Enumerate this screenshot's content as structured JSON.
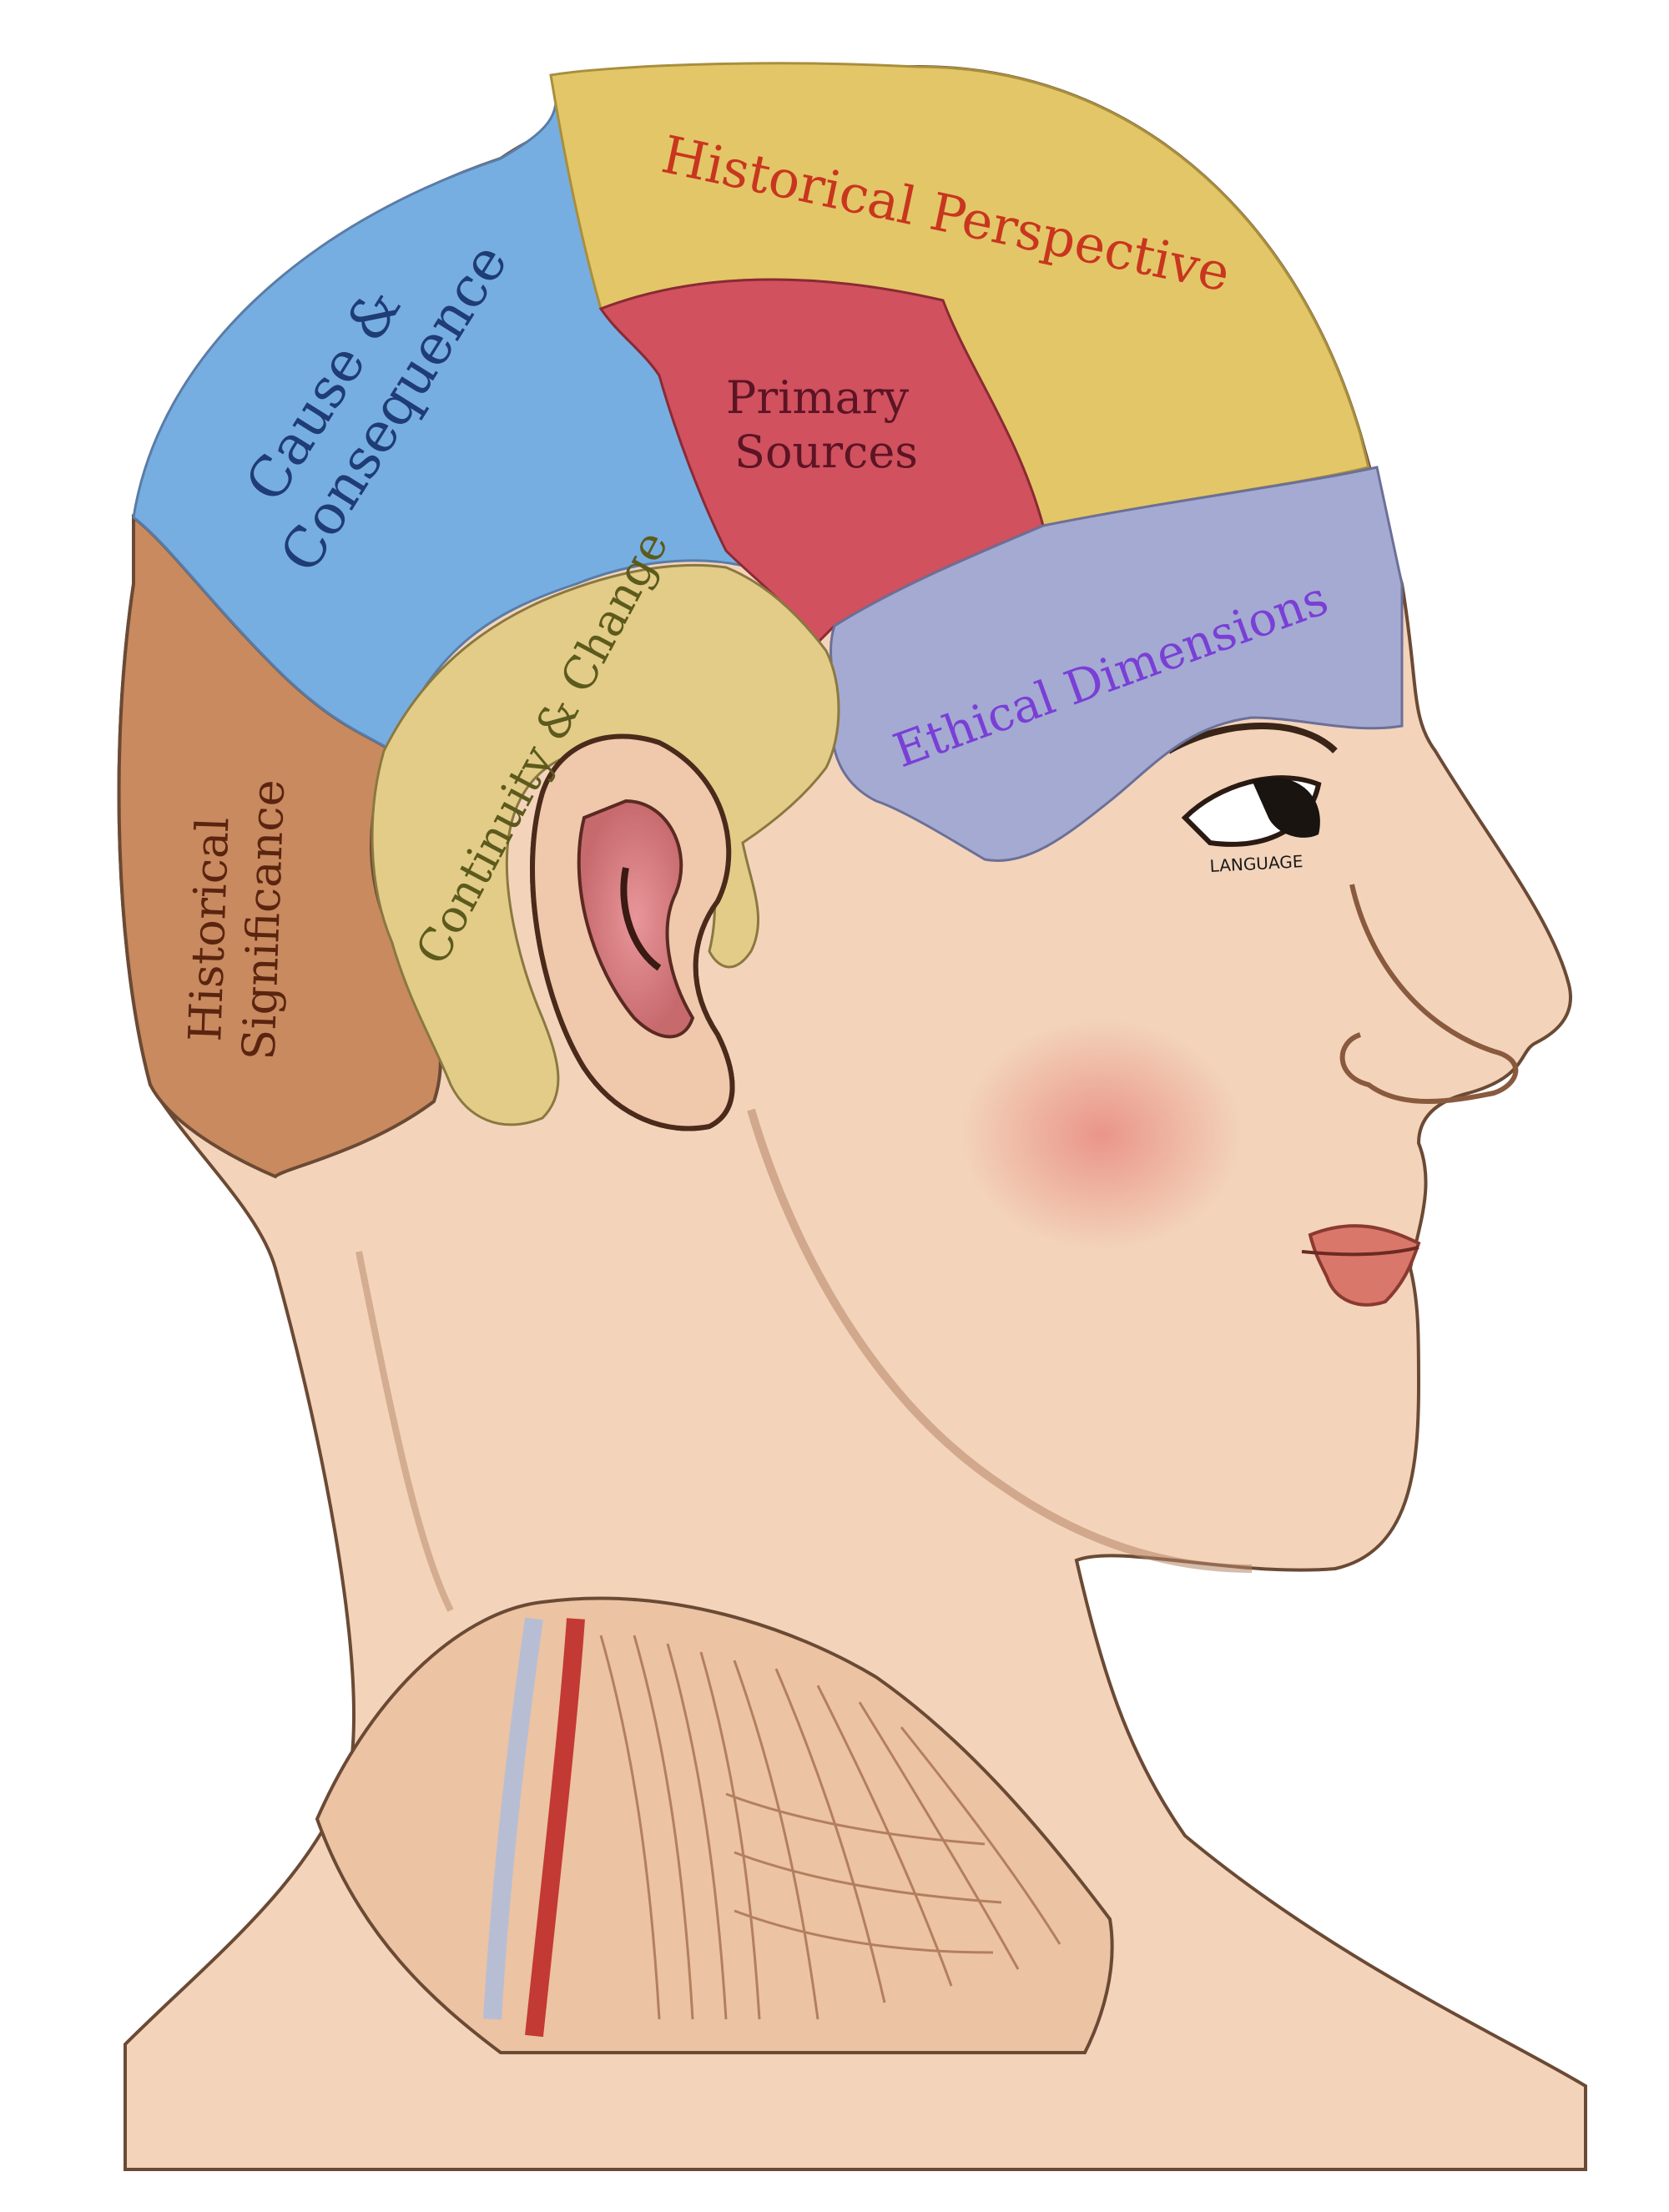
{
  "regions": [
    {
      "id": "historical-perspective",
      "label": "Historical Perspective",
      "fill": "#e3c667",
      "text_color": "#c8361f"
    },
    {
      "id": "cause-consequence",
      "label_lines": [
        "Cause &",
        "Consequence"
      ],
      "fill": "#76aee2",
      "text_color": "#1f3c74"
    },
    {
      "id": "primary-sources",
      "label_lines": [
        "Primary",
        "Sources"
      ],
      "fill": "#d1515f",
      "text_color": "#5c1424"
    },
    {
      "id": "ethical-dimensions",
      "label": "Ethical Dimensions",
      "fill": "#a4aad2",
      "text_color": "#7a3fd6"
    },
    {
      "id": "continuity-change",
      "label": "Continuity & Change",
      "fill": "#e2cc88",
      "text_color": "#5c5a1c"
    },
    {
      "id": "historical-significance",
      "label_lines": [
        "Historical",
        "Significance"
      ],
      "fill": "#c88a5e",
      "text_color": "#5a2410"
    }
  ],
  "small_label": "LANGUAGE",
  "colors": {
    "skin": "#f3d4bb",
    "skin_shadow": "#d9a98a",
    "outline": "#6b4a35",
    "cheek": "#e99a8e",
    "lip": "#d9776a",
    "neck_muscle": "#c9946e",
    "artery": "#c23a33",
    "vein": "#b7bed4"
  }
}
